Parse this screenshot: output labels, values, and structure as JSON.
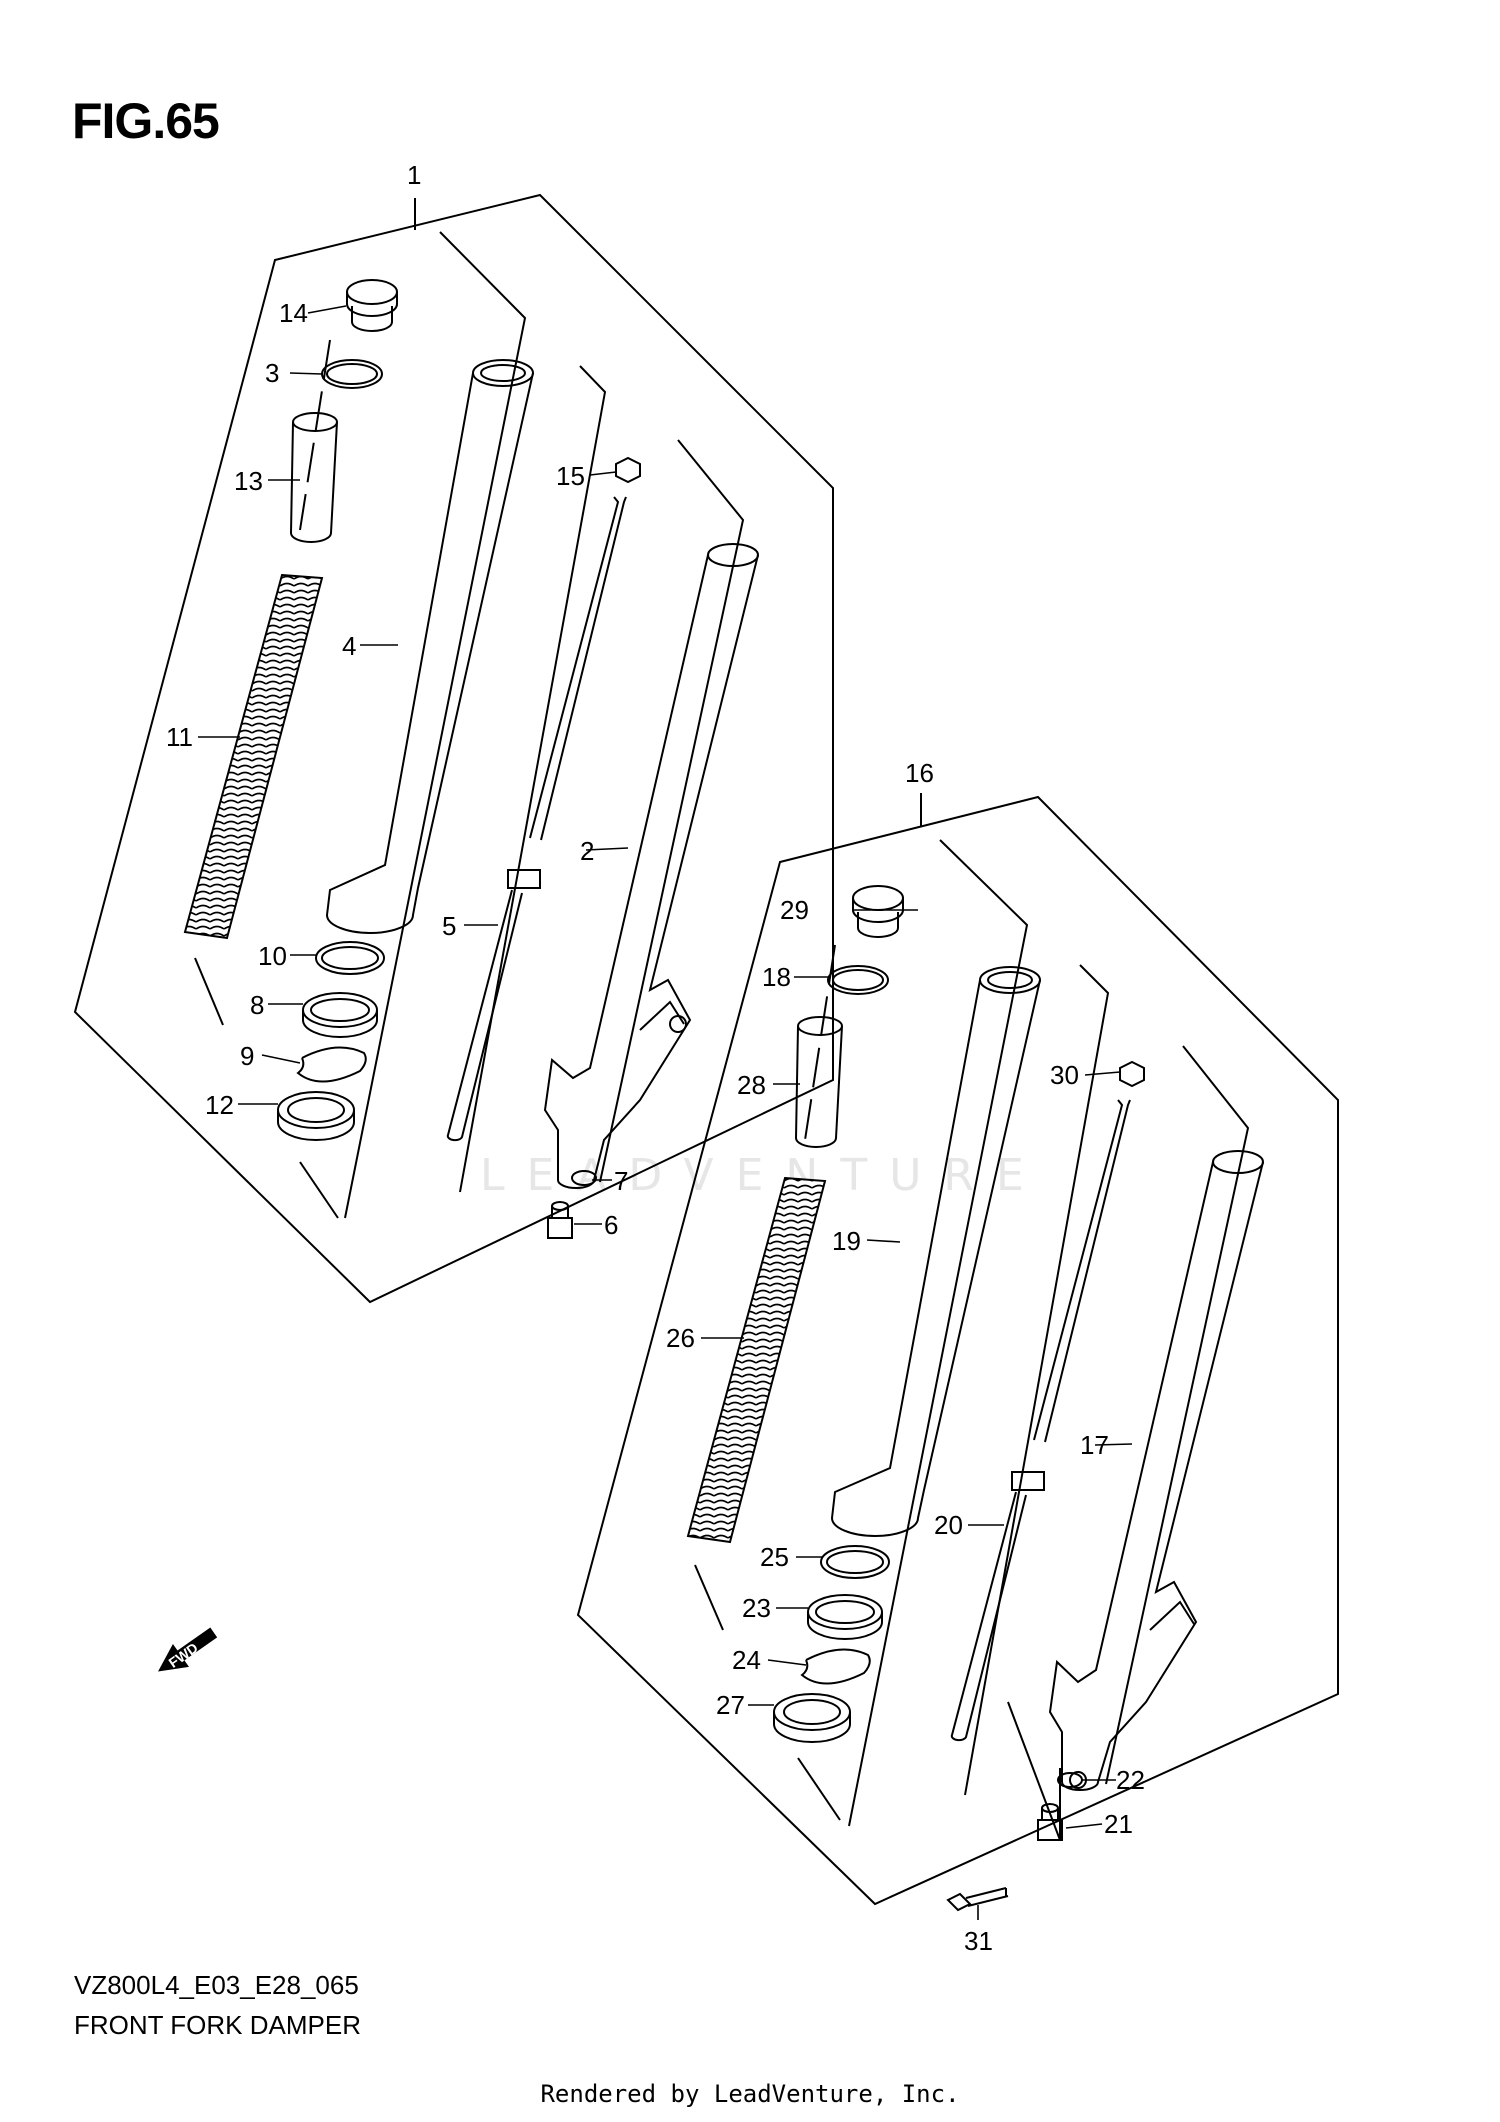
{
  "figure": {
    "title": "FIG.65",
    "code": "VZ800L4_E03_E28_065",
    "caption": "FRONT FORK DAMPER",
    "credit": "Rendered by LeadVenture, Inc.",
    "watermark": "LEADVENTURE",
    "fwd_badge": "FWD"
  },
  "callouts": {
    "c1": "1",
    "c2": "2",
    "c3": "3",
    "c4": "4",
    "c5": "5",
    "c6": "6",
    "c7": "7",
    "c8": "8",
    "c9": "9",
    "c10": "10",
    "c11": "11",
    "c12": "12",
    "c13": "13",
    "c14": "14",
    "c15": "15",
    "c16": "16",
    "c17": "17",
    "c18": "18",
    "c19": "19",
    "c20": "20",
    "c21": "21",
    "c22": "22",
    "c23": "23",
    "c24": "24",
    "c25": "25",
    "c26": "26",
    "c27": "27",
    "c28": "28",
    "c29": "29",
    "c30": "30",
    "c31": "31"
  }
}
